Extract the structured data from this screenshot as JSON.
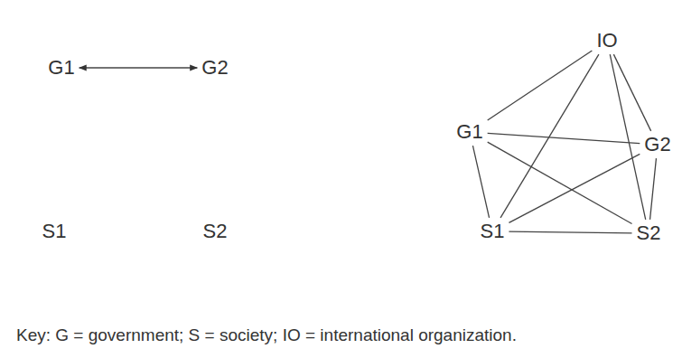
{
  "diagram": {
    "nodes": [
      {
        "text": [
          "G1"
        ]
      },
      {
        "text": [
          "G2"
        ]
      },
      {
        "text": [
          "S1"
        ]
      },
      {
        "text": [
          "S2"
        ]
      },
      {
        "text": [
          "IO"
        ]
      },
      {
        "text": [
          "G1"
        ]
      },
      {
        "text": [
          "G2"
        ]
      },
      {
        "text": [
          "S1"
        ]
      },
      {
        "text": [
          "S2"
        ]
      }
    ],
    "edges": [
      {
        "from": 0,
        "to": 1,
        "arrow": "both"
      },
      {
        "from": 4,
        "to": 5,
        "arrow": "none"
      },
      {
        "from": 4,
        "to": 6,
        "arrow": "none"
      },
      {
        "from": 5,
        "to": 7,
        "arrow": "none"
      },
      {
        "from": 6,
        "to": 8,
        "arrow": "none"
      },
      {
        "from": 7,
        "to": 8,
        "arrow": "none"
      },
      {
        "from": 4,
        "to": 7,
        "arrow": "none"
      },
      {
        "from": 4,
        "to": 8,
        "arrow": "none"
      },
      {
        "from": 5,
        "to": 6,
        "arrow": "none"
      },
      {
        "from": 5,
        "to": 8,
        "arrow": "none"
      },
      {
        "from": 6,
        "to": 7,
        "arrow": "none"
      }
    ],
    "labels": [
      "Key: G = government; S = society; IO = international organization."
    ]
  }
}
